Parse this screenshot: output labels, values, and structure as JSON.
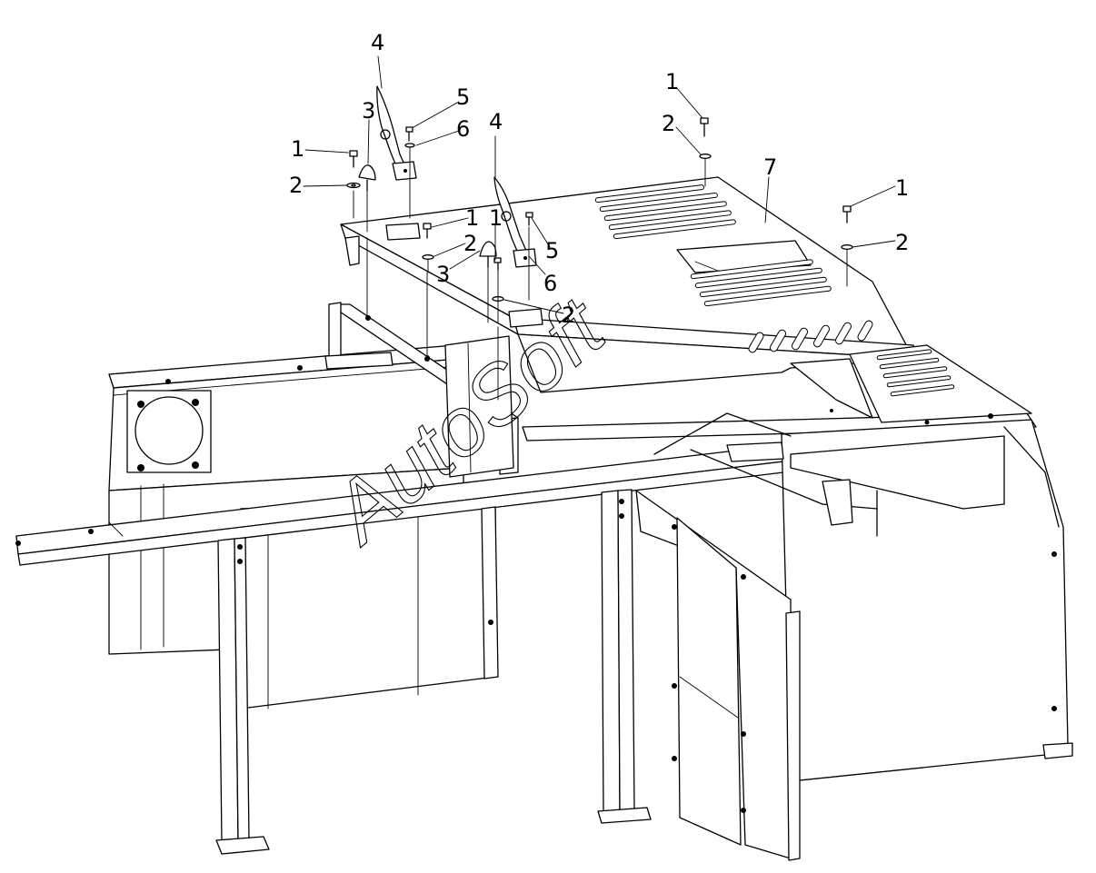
{
  "callouts": {
    "c1": "1",
    "c2": "2",
    "c3": "3",
    "c4": "4",
    "c5": "5",
    "c6": "6",
    "c7": "7"
  },
  "watermark": "AutoSoft"
}
